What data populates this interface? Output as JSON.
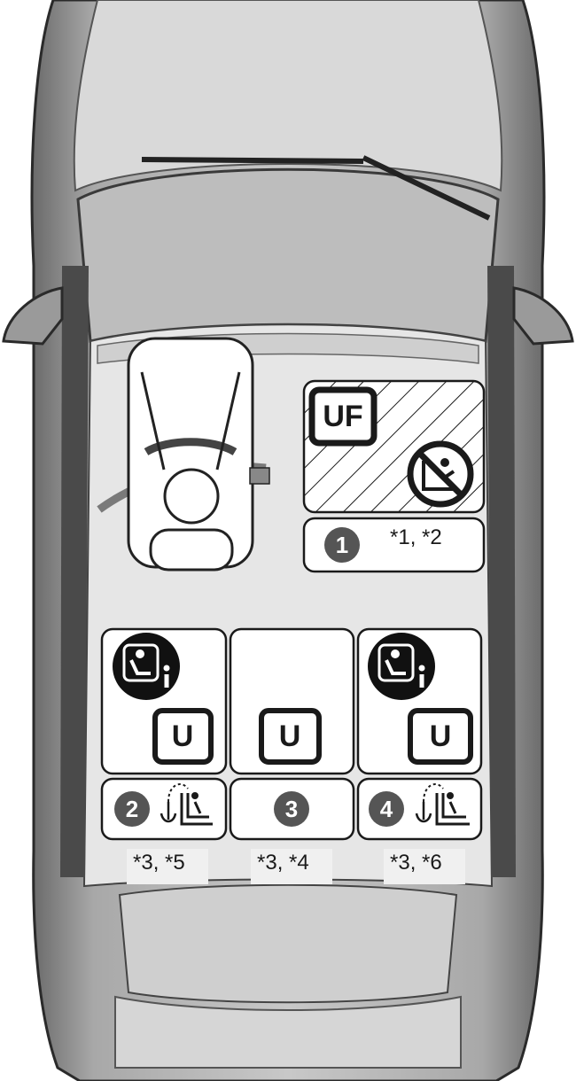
{
  "front_passenger": {
    "category_label": "UF",
    "position_number": "1",
    "notes": [
      "*1",
      "*2"
    ]
  },
  "rear_left": {
    "category_label": "U",
    "position_number": "2",
    "icons": [
      "isofix-info-icon",
      "top-tether-anchor-icon"
    ],
    "notes": [
      "*3",
      "*5"
    ]
  },
  "rear_center": {
    "category_label": "U",
    "position_number": "3",
    "notes": [
      "*3",
      "*4"
    ]
  },
  "rear_right": {
    "category_label": "U",
    "position_number": "4",
    "icons": [
      "isofix-info-icon",
      "top-tether-anchor-icon"
    ],
    "notes": [
      "*3",
      "*6"
    ]
  },
  "colors": {
    "car_body": "#9a9a9a",
    "car_dark": "#3a3a3a",
    "panel_border": "#1a1a1a",
    "badge": "#555555"
  }
}
